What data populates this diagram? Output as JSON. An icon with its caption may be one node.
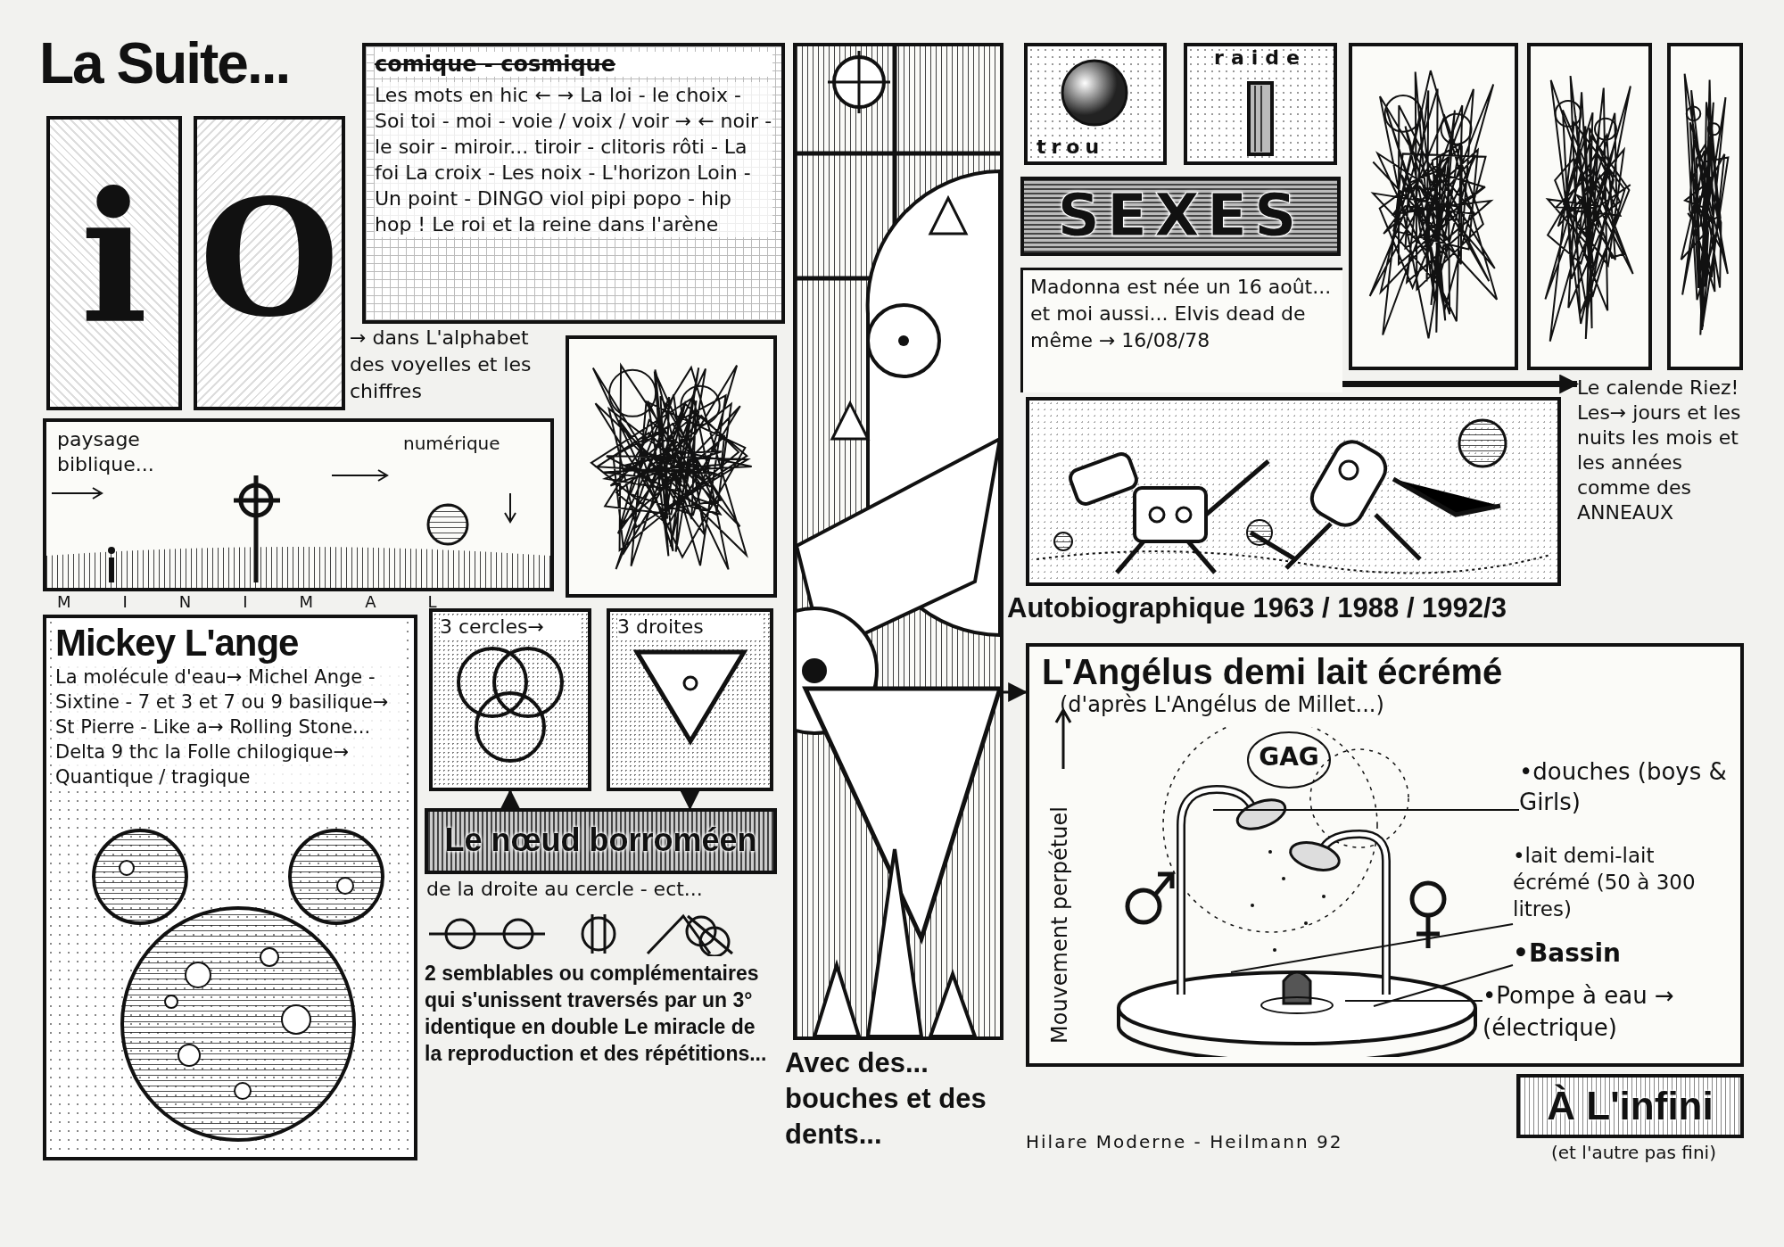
{
  "diagram": {
    "title": "La Suite...",
    "nodes": [
      {
        "text": [
          "i"
        ]
      },
      {
        "text": [
          "O"
        ]
      },
      {
        "text": [
          "comique - cosmique",
          "Les mots en hic ← → La loi - le choix - Soi toi - moi - voie / voix / voir → ← noir - le soir - miroir... tiroir - clitoris rôti - La foi La croix - Les noix - L'horizon Loin - Un point - DINGO viol pipi popo - hip hop ! Le roi et la reine dans l'arène"
        ]
      },
      {
        "text": [],
        "shape": "picture",
        "beside": [
          "Avec des... bouches et des dents..."
        ]
      },
      {
        "text": [
          "trou"
        ]
      },
      {
        "text": [
          "raide"
        ]
      },
      {
        "text": [],
        "shape": "picture"
      },
      {
        "text": [],
        "shape": "picture"
      },
      {
        "text": [],
        "shape": "picture"
      },
      {
        "text": [
          "SEXES"
        ]
      },
      {
        "text": [
          "Madonna est née un 16 août... et moi aussi... Elvis dead de même → 16/08/78"
        ]
      },
      {
        "text": [],
        "shape": "picture"
      },
      {
        "text": [
          "Le calende Riez! Les→ jours et les nuits les mois et les années comme des ANNEAUX"
        ]
      },
      {
        "text": [],
        "shape": "picture"
      },
      {
        "text": [
          "paysage biblique...",
          "numérique"
        ]
      },
      {
        "text": [
          "Mickey L'ange",
          "La molécule d'eau→ Michel Ange - Sixtine - 7 et 3 et 7 ou 9 basilique→ St Pierre - Like a→ Rolling Stone... Delta 9 thc la Folle chilogique→ Quantique / tragique"
        ]
      },
      {
        "text": [
          "3 cercles→"
        ]
      },
      {
        "text": [
          "3 droites"
        ]
      },
      {
        "text": [
          "L'Angélus demi lait écrémé",
          "(d'après L'Angélus de Millet...)"
        ]
      },
      {
        "text": [
          "Le nœud borroméen"
        ]
      },
      {
        "text": [
          "•douches (boys & Girls)"
        ],
        "in": 18
      },
      {
        "text": [
          "•lait demi-lait écrémé (50 à 300 litres)"
        ],
        "in": 18
      },
      {
        "text": [
          "•Bassin"
        ],
        "in": 18
      },
      {
        "text": [
          "•Pompe à eau → (électrique)"
        ],
        "in": 18
      },
      {
        "text": [
          "À L'infini",
          "(et l'autre pas fini)"
        ]
      }
    ],
    "edges": [
      {
        "from": 19,
        "to": 16,
        "arrow": "to"
      },
      {
        "from": 17,
        "to": 19,
        "arrow": "to"
      },
      {
        "from": 10,
        "to": 12,
        "arrow": "to",
        "style": "thick"
      },
      {
        "from": 20,
        "to": null,
        "arrow": "none"
      },
      {
        "from": 21,
        "to": null,
        "arrow": "none"
      },
      {
        "from": 22,
        "to": null,
        "arrow": "none"
      },
      {
        "from": 23,
        "to": null,
        "arrow": "none"
      },
      {
        "from": 3,
        "to": 18,
        "arrow": "to"
      }
    ],
    "labels": [
      "→ dans L'alphabet des voyelles et les chiffres",
      "MINIMAL",
      "de la droite au cercle - ect...",
      "2 semblables ou complémentaires qui s'unissent traversés par un 3° identique en double Le miracle de la reproduction et des répétitions...",
      "Autobiographique 1963 / 1988 / 1992/3",
      "GAG",
      "Mouvement perpétuel",
      "Hilare Moderne - Heilmann 92"
    ]
  }
}
